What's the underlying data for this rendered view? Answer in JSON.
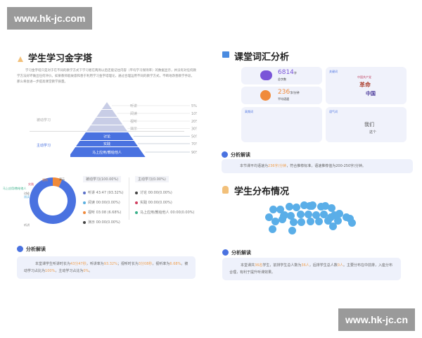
{
  "watermarks": {
    "top": "www.hk-jc.com",
    "bottom": "www.hk-jc.cn"
  },
  "pyramid": {
    "title": "学生学习金字塔",
    "desc": "学习金字塔只是对于在不同的教学方式下学习者在两周以后还能记住内容（平均学习保持率）的数据显示，并没有对任何教学方法好坏做出任何评价。如果教师能故意和善于利用学习金字塔理论，通过合理运用不同的教学方式，不断地改善教学手段，那么将会进一步提高课堂教学质量。",
    "passive_label": "被动学习",
    "active_label": "主动学习",
    "levels": [
      {
        "name": "听讲",
        "rate": "5%"
      },
      {
        "name": "阅读",
        "rate": "10%"
      },
      {
        "name": "视听",
        "rate": "20%"
      },
      {
        "name": "演示",
        "rate": "30%"
      },
      {
        "name": "讨论",
        "rate": "50%"
      },
      {
        "name": "实践",
        "rate": "70%"
      },
      {
        "name": "马上应用/教给他人",
        "rate": "90%"
      }
    ]
  },
  "donut": {
    "slices": [
      {
        "name": "听讲",
        "value": 93.32,
        "color": "#4a72e0"
      },
      {
        "name": "视听",
        "value": 6.68,
        "color": "#f08a3a"
      }
    ],
    "labels": [
      "演示",
      "视听",
      "实践",
      "马上应用/教给他人",
      "讨论",
      "阅读",
      "听讲"
    ],
    "passive_header": "被动学习(100.00%)",
    "active_header": "主动学习(0.00%)",
    "passive_items": [
      {
        "text": "听讲 43:47 (93.32%)",
        "color": "#5a6fc8"
      },
      {
        "text": "阅读 00:00(0.00%)",
        "color": "#5ab0e0"
      },
      {
        "text": "视听 03:08 (6.68%)",
        "color": "#f08a3a"
      },
      {
        "text": "演示 00:00(0.00%)",
        "color": "#444"
      }
    ],
    "active_items": [
      {
        "text": "讨论 00:00(0.00%)",
        "color": "#444"
      },
      {
        "text": "实践 00:00(0.00%)",
        "color": "#d04060"
      },
      {
        "text": "马上应用/教给他人 00:00(0.00%)",
        "color": "#3ab08a"
      }
    ]
  },
  "analysis_title": "分析解读",
  "analysis1": {
    "p1": "本堂课学生听讲时长为",
    "v1": "43分47秒",
    "p2": "，听讲率为",
    "v2": "93.32%",
    "p3": "；视听时长为",
    "v3": "3分08秒",
    "p4": "，视听率为",
    "v4": "6.68%",
    "p5": "。被动学习占比为",
    "v5": "100%",
    "p6": "，主动学习占比为",
    "v6": "0%",
    "p7": "。"
  },
  "vocab": {
    "title": "课堂词汇分析",
    "total": "6814",
    "total_unit": "字",
    "total_label": "总字数",
    "speed": "236",
    "speed_unit": "字/分钟",
    "speed_label": "平均语速",
    "keywords_label": "关键词",
    "keywords": [
      "中国共产党",
      "革命",
      "中国"
    ],
    "freq_label": "高频词",
    "mood_label": "语气词",
    "mood": [
      "我们",
      "这个"
    ]
  },
  "analysis2": {
    "p1": "本节课平均语速为",
    "v1": "236字/分钟",
    "p2": "，符合推荐标准，语速推荐值为200-250字/分钟。"
  },
  "students": {
    "title": "学生分布情况"
  },
  "analysis3": {
    "p1": "本堂课共",
    "v1": "36名",
    "p2": "学生，前排学生总人数为",
    "v2": "36人",
    "p3": "，后排学生总人数",
    "v3": "0人",
    "p4": "。主要分布在中前排，入座分布合理，有利于提升听课效果。"
  }
}
